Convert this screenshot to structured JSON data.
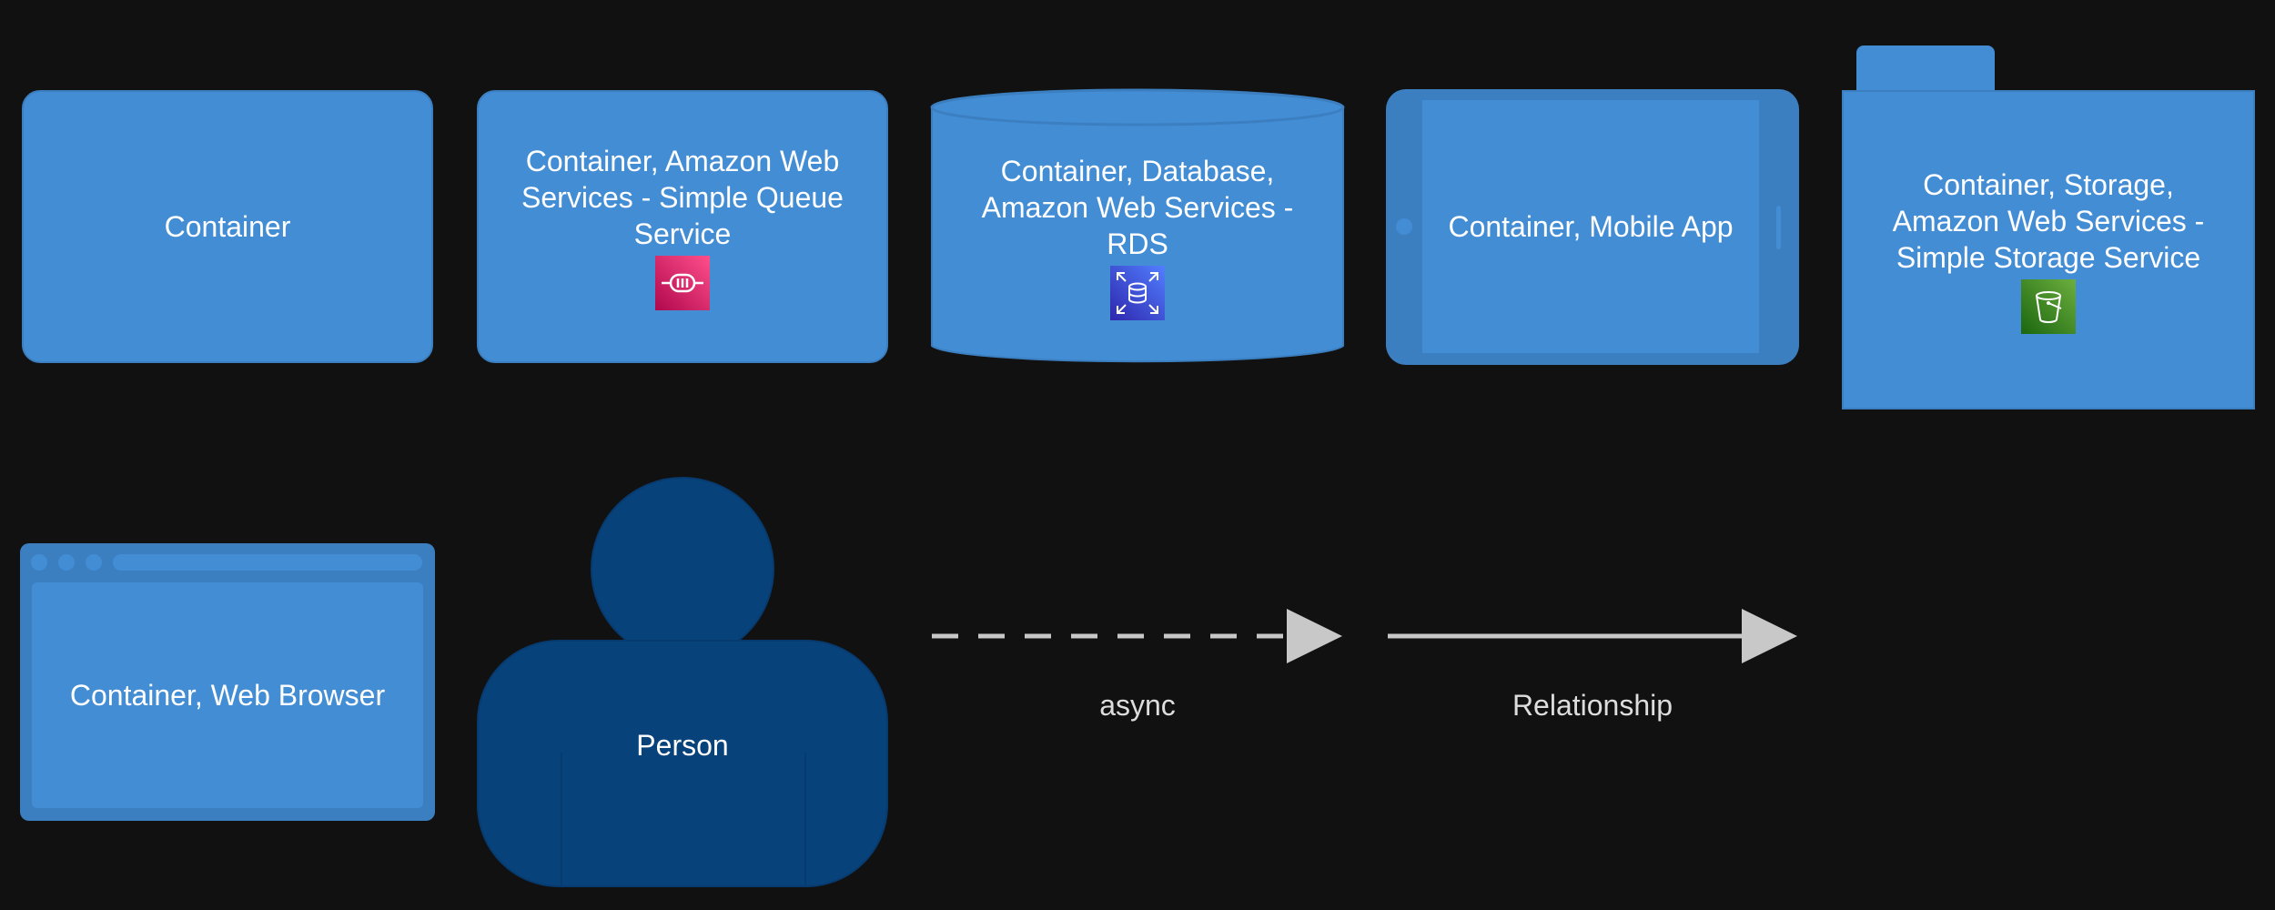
{
  "elements": {
    "container": {
      "label": "Container"
    },
    "sqs": {
      "label": "Container, Amazon Web Services - Simple Queue Service",
      "icon": "sqs-icon",
      "icon_color": "#e7157b"
    },
    "rds": {
      "label": "Container, Database, Amazon Web Services - RDS",
      "icon": "rds-icon",
      "icon_color": "#3b48cc"
    },
    "mobile": {
      "label": "Container, Mobile App"
    },
    "s3": {
      "label": "Container, Storage, Amazon Web Services - Simple Storage Service",
      "icon": "s3-bucket-icon",
      "icon_color": "#3f8624"
    },
    "web_browser": {
      "label": "Container, Web Browser"
    },
    "person": {
      "label": "Person"
    },
    "async": {
      "label": "async"
    },
    "relationship": {
      "label": "Relationship"
    }
  },
  "colors": {
    "background": "#111111",
    "container": "#438dd5",
    "container_border": "#3c7fc0",
    "person": "#08427b",
    "arrow": "#c8c8c8"
  }
}
